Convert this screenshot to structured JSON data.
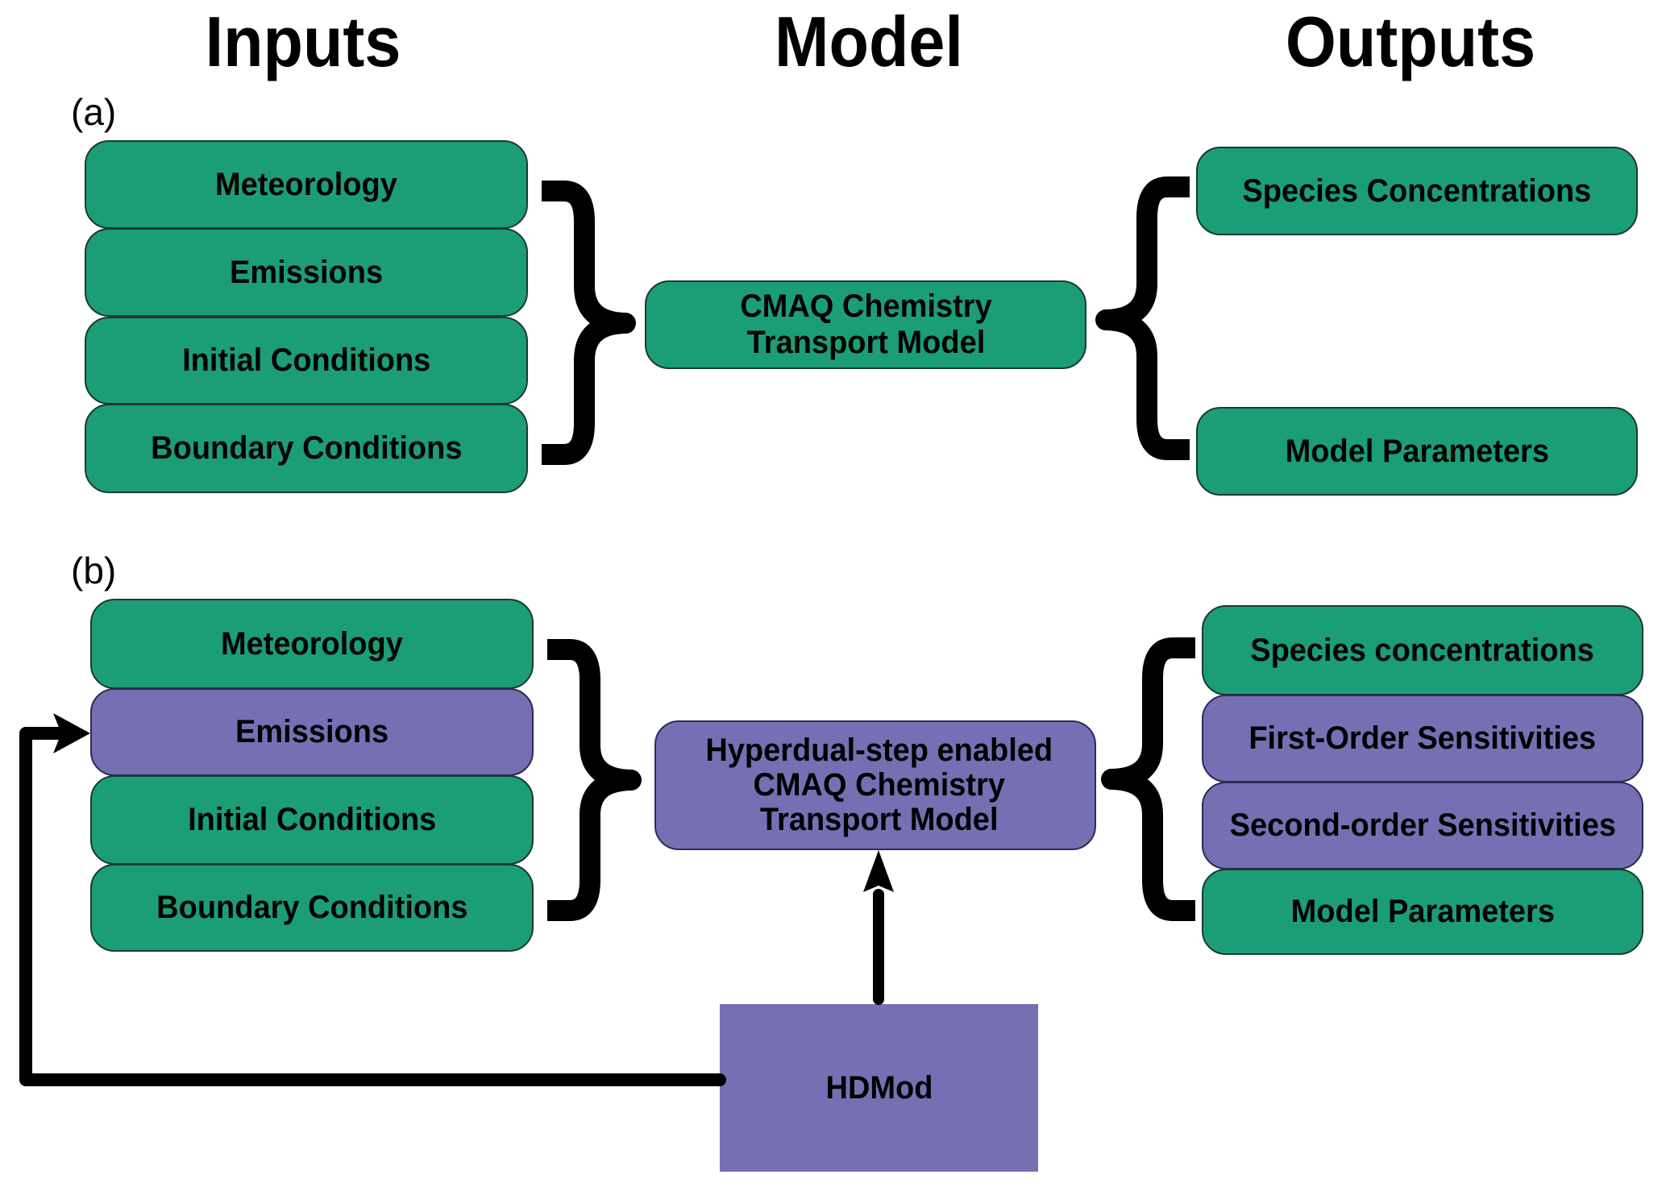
{
  "headers": {
    "inputs": "Inputs",
    "model": "Model",
    "outputs": "Outputs"
  },
  "colors": {
    "baseline": "#1b9e77",
    "hyperdual": "#7570b3",
    "connector": "#000000"
  },
  "panel_a": {
    "label": "(a)",
    "inputs": [
      "Meteorology",
      "Emissions",
      "Initial Conditions",
      "Boundary Conditions"
    ],
    "model": "CMAQ Chemistry\nTransport Model",
    "outputs": [
      "Species Concentrations",
      "Model Parameters"
    ]
  },
  "panel_b": {
    "label": "(b)",
    "inputs": [
      {
        "label": "Meteorology",
        "color": "green"
      },
      {
        "label": "Emissions",
        "color": "purple"
      },
      {
        "label": "Initial Conditions",
        "color": "green"
      },
      {
        "label": "Boundary Conditions",
        "color": "green"
      }
    ],
    "model": "Hyperdual-step enabled\nCMAQ Chemistry\nTransport Model",
    "outputs": [
      {
        "label": "Species concentrations",
        "color": "green"
      },
      {
        "label": "First-Order Sensitivities",
        "color": "purple"
      },
      {
        "label": "Second-order Sensitivities",
        "color": "purple"
      },
      {
        "label": "Model Parameters",
        "color": "green"
      }
    ],
    "hdmod": "HDMod"
  }
}
